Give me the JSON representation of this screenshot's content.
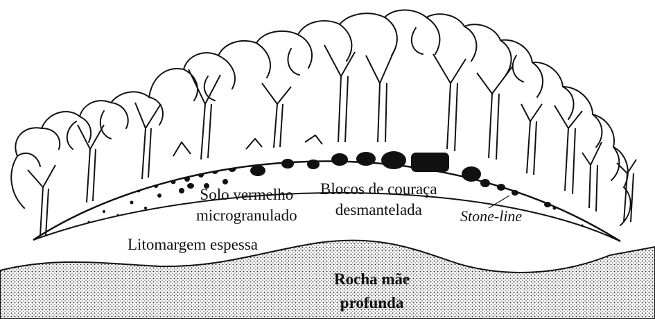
{
  "labels": {
    "solo_line1": "Solo vermelho",
    "solo_line2": "microgranulado",
    "blocos_line1": "Blocos de couraça",
    "blocos_line2": "desmantelada",
    "stone_line": "Stone-line",
    "litomargem": "Litomargem espessa",
    "rocha_line1": "Rocha mãe",
    "rocha_line2": "profunda"
  },
  "icons": [
    "tree-canopy-icon",
    "tree-trunk-icon",
    "stone-block-icon",
    "dot-pattern-icon"
  ],
  "colors": {
    "ink": "#111111",
    "background": "#ffffff"
  }
}
